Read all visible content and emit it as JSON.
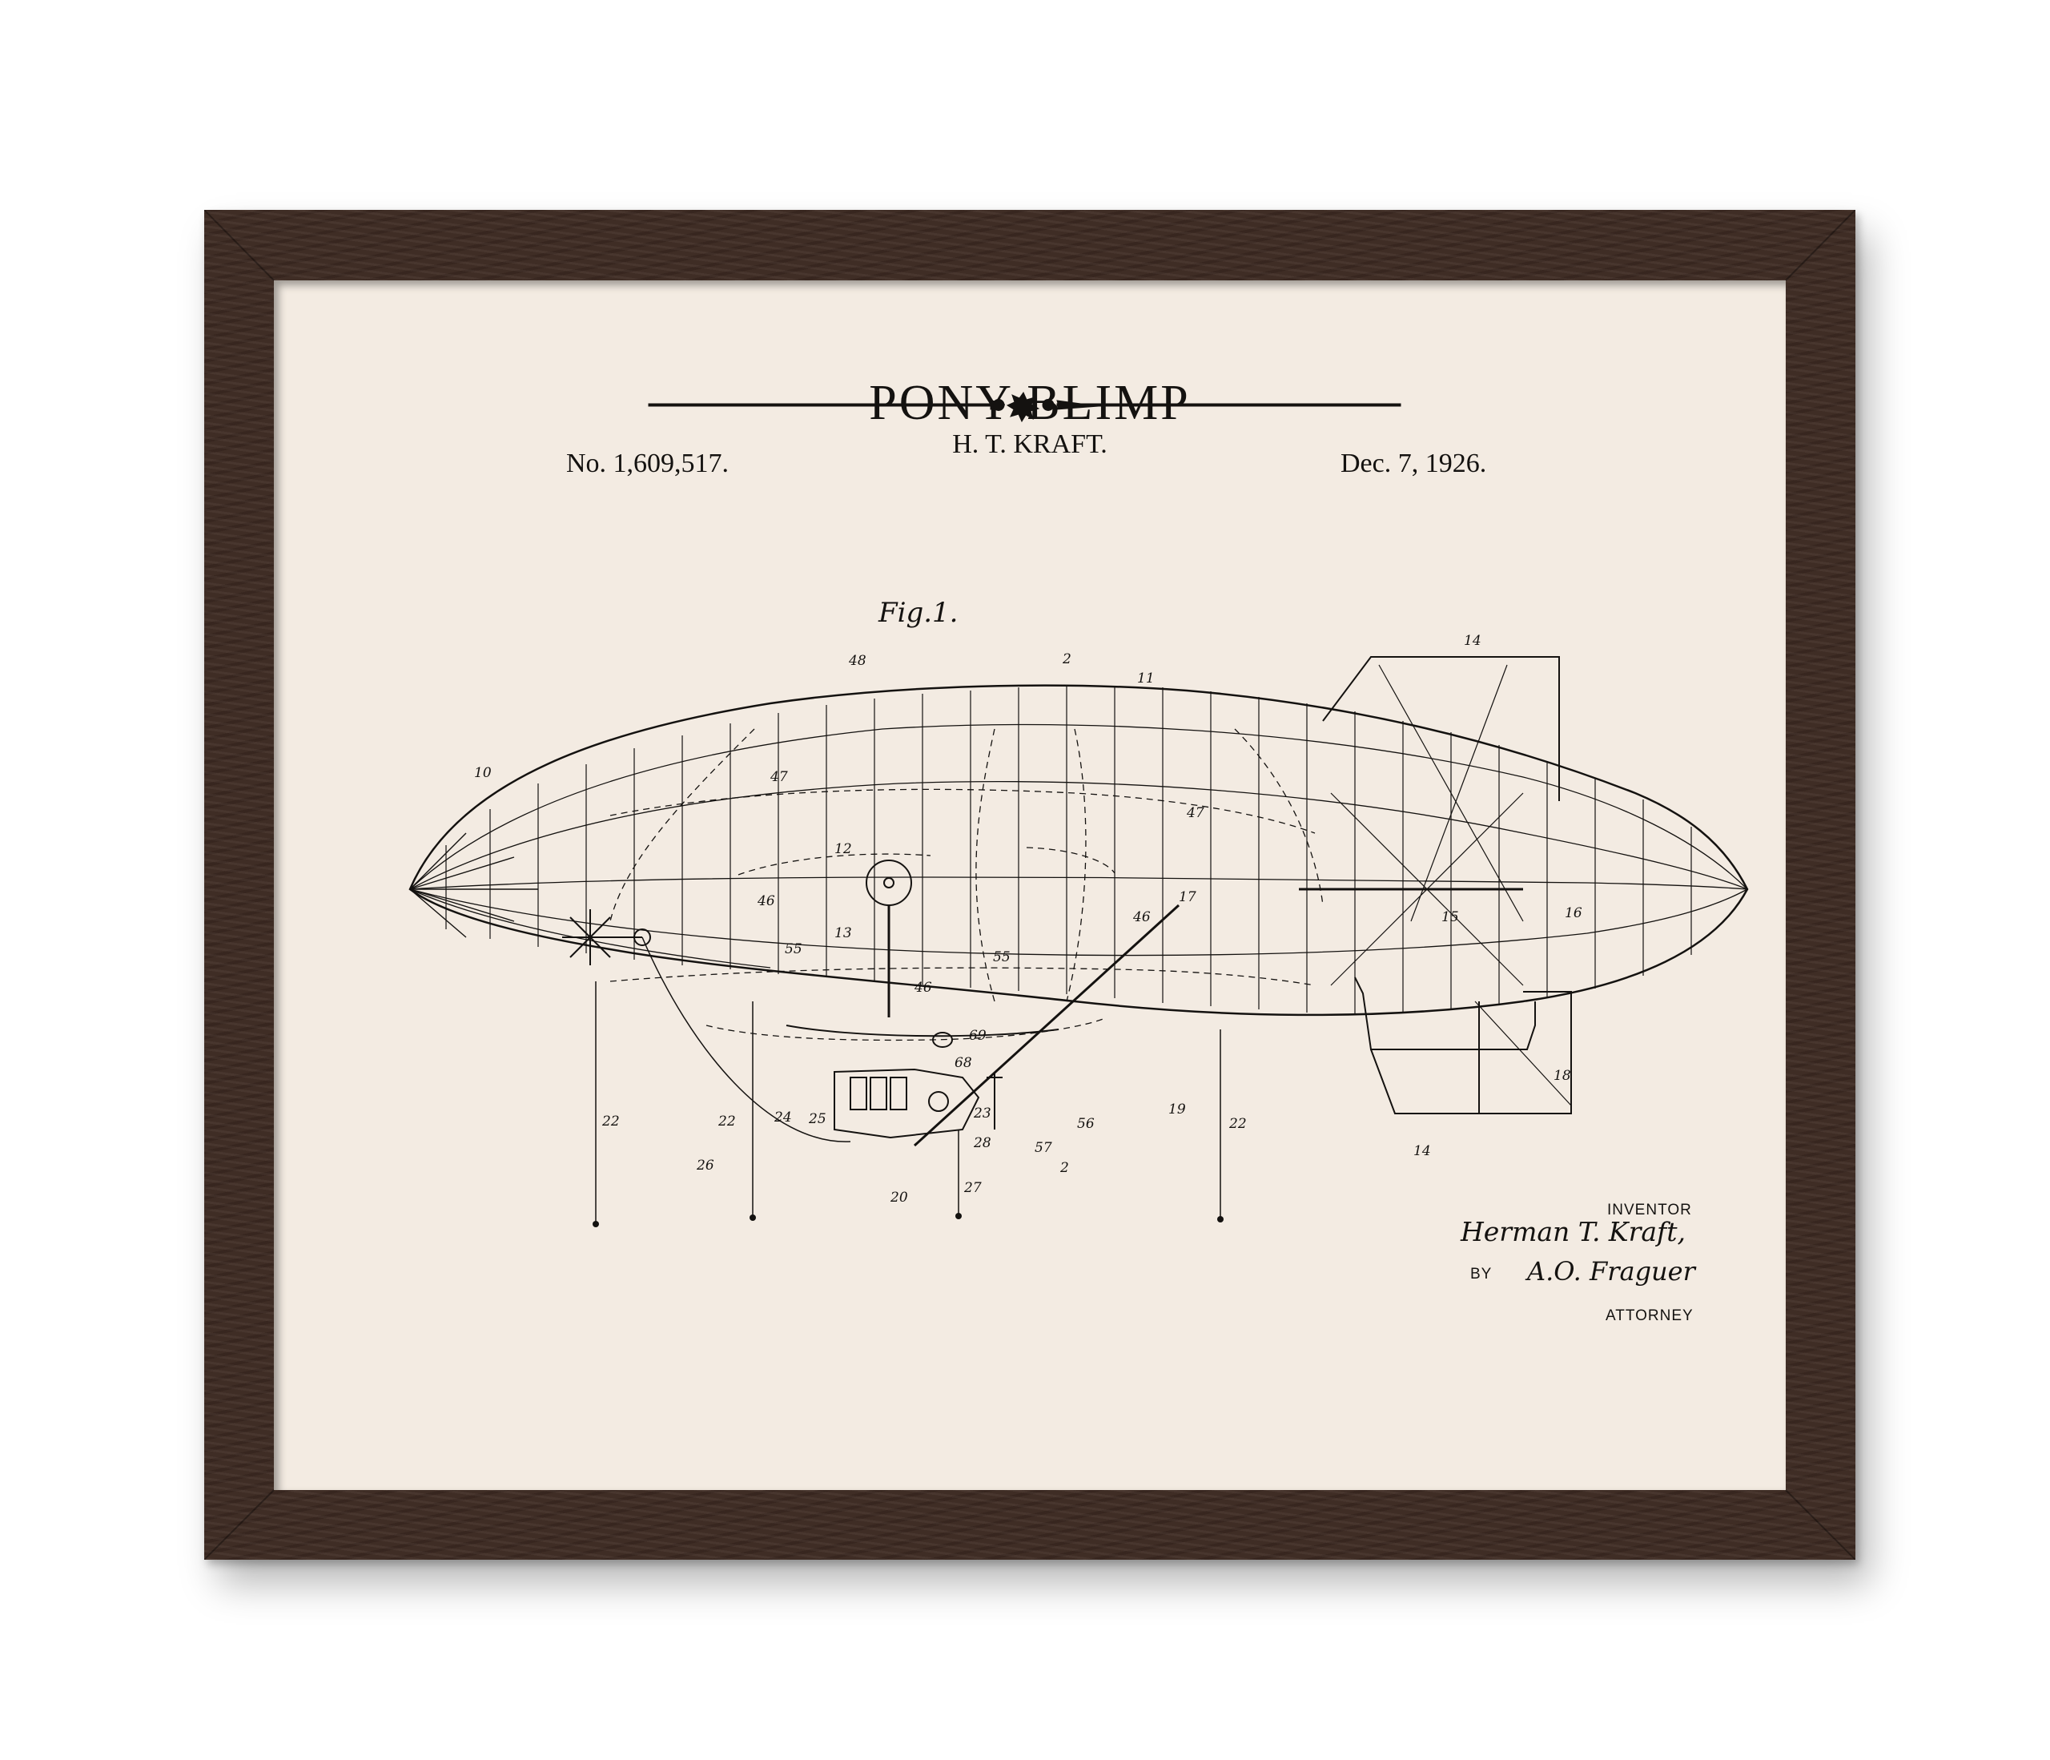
{
  "poster": {
    "title": "PONY BLIMP",
    "inventor_heading": "H. T. KRAFT.",
    "patent_number": "No. 1,609,517.",
    "patent_date": "Dec. 7, 1926.",
    "figure_label": "Fig.1.",
    "signature_block": {
      "inventor_label": "INVENTOR",
      "inventor_signature": "Herman T. Kraft,",
      "by_label": "BY",
      "attorney_signature": "A.O. Fraguer",
      "attorney_label": "ATTORNEY"
    },
    "reference_numerals": [
      "48",
      "2",
      "11",
      "14",
      "10",
      "47",
      "47",
      "12",
      "46",
      "13",
      "55",
      "55",
      "46",
      "46",
      "17",
      "69",
      "68",
      "16",
      "15",
      "22",
      "22",
      "24",
      "25",
      "26",
      "23",
      "28",
      "57",
      "27",
      "20",
      "56",
      "19",
      "22",
      "18",
      "14",
      "2"
    ]
  },
  "colors": {
    "frame": "#3e2b23",
    "mat": "#f3ebe2",
    "ink": "#141210"
  }
}
